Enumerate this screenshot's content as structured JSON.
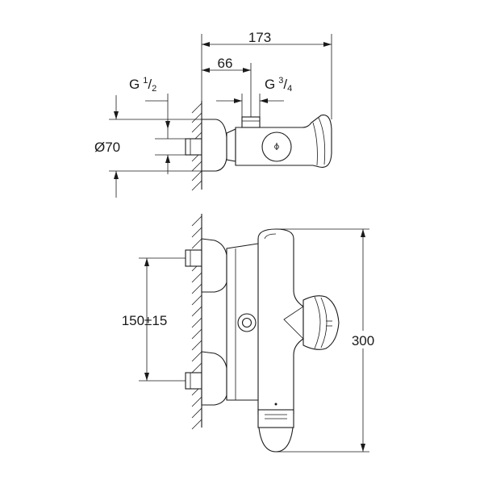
{
  "dimensions": {
    "width_total": "173",
    "outlet_offset": "66",
    "inlet_thread": "G",
    "inlet_thread_num": "1",
    "inlet_thread_den": "2",
    "outlet_thread": "G",
    "outlet_thread_num": "3",
    "outlet_thread_den": "4",
    "escutcheon_diameter": "Ø70",
    "inlet_spacing": "150±15",
    "height_total": "300"
  }
}
